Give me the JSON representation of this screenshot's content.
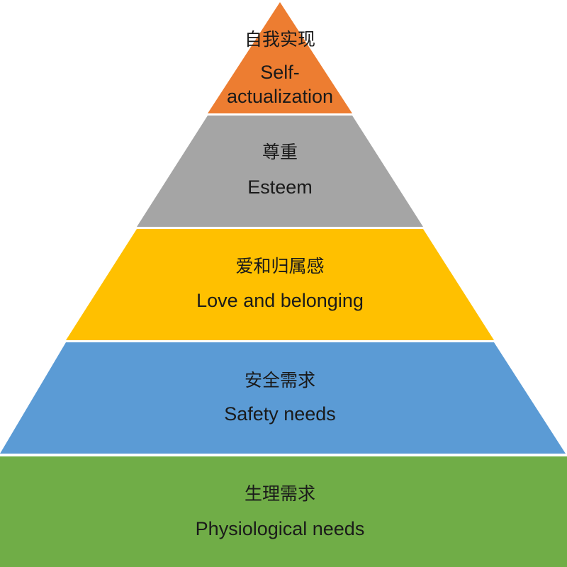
{
  "tiers": [
    {
      "zh": "自我实现",
      "en_lines": [
        "Self-",
        "actualization"
      ],
      "color": "#ED7D31"
    },
    {
      "zh": "尊重",
      "en_lines": [
        "Esteem"
      ],
      "color": "#A5A5A5"
    },
    {
      "zh": "爱和归属感",
      "en_lines": [
        "Love and belonging"
      ],
      "color": "#FFC000"
    },
    {
      "zh": "安全需求",
      "en_lines": [
        "Safety needs"
      ],
      "color": "#5B9BD5"
    },
    {
      "zh": "生理需求",
      "en_lines": [
        "Physiological needs"
      ],
      "color": "#70AD47"
    }
  ]
}
